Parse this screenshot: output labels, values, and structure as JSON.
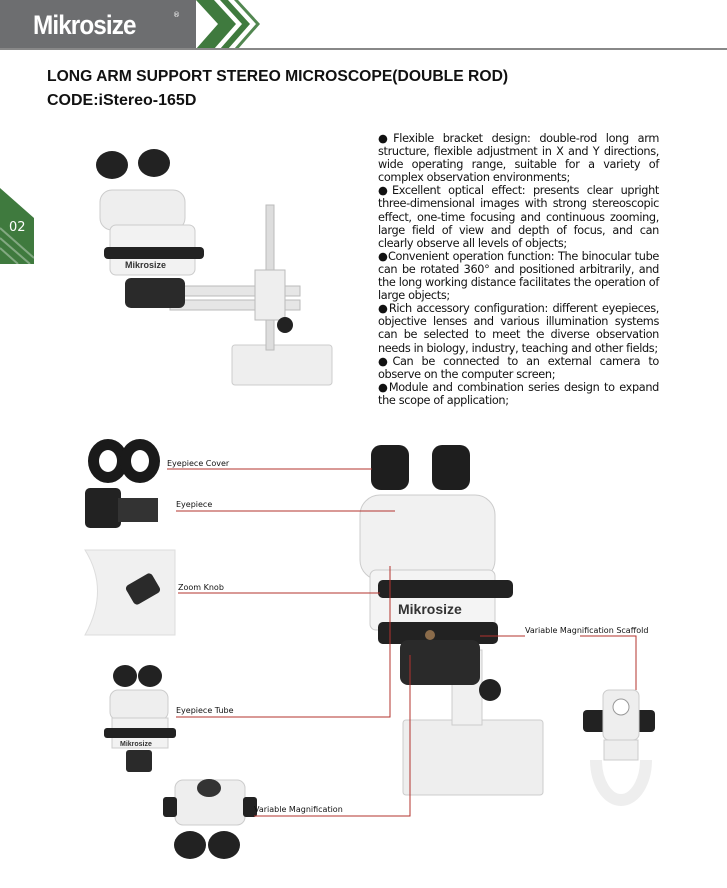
{
  "header": {
    "brand": "Mikrosize",
    "registered": "®",
    "accent": "#3f7a3e",
    "bar_color": "#6d6e70"
  },
  "page_number": "02",
  "title": "LONG ARM SUPPORT STEREO MICROSCOPE(DOUBLE ROD)",
  "code": "CODE:iStereo-165D",
  "features": [
    "●Flexible bracket design: double-rod long arm structure, flexible adjustment in X and Y directions, wide operating range, suitable for a variety of complex observation environments;",
    "●Excellent optical effect: presents clear upright three-dimensional images with strong stereoscopic effect, one-time focusing and continuous zooming, large field of view and depth of focus, and can clearly observe all levels of objects;",
    "●Convenient operation function: The binocular tube can be rotated 360° and positioned arbitrarily, and the long working distance facilitates the operation of large objects;",
    "●Rich accessory configuration: different eyepieces, objective lenses and various illumination systems can be selected to meet the diverse observation needs in biology, industry, teaching and other fields;",
    "●Can be connected to an external camera to observe on the computer screen;",
    "●Module and combination series design to expand the scope of application;"
  ],
  "parts": {
    "eyepiece_cover": "Eyepiece Cover",
    "eyepiece": "Eyepiece",
    "zoom_knob": "Zoom Knob",
    "eyepiece_tube": "Eyepiece Tube",
    "variable_magnification": "Variable Magnification",
    "variable_magnification_scaffold": "Variable Magnification Scaffold"
  },
  "product_label": "Mikrosize"
}
